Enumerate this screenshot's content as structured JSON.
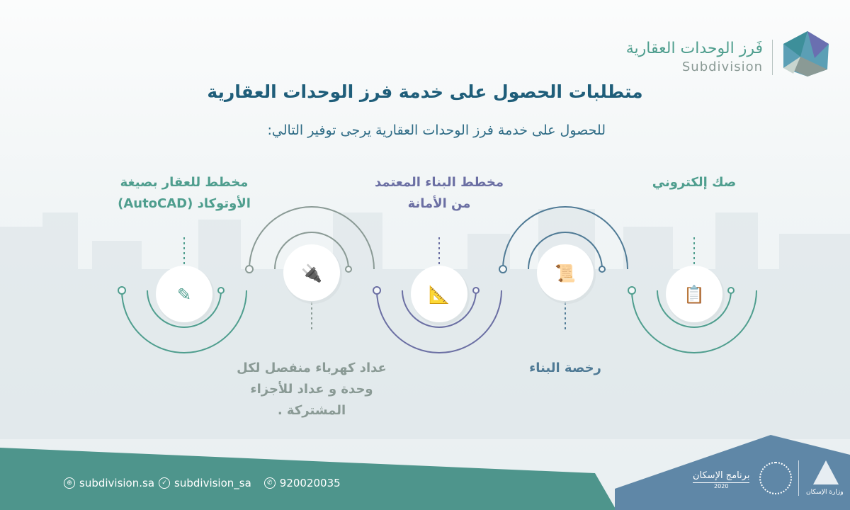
{
  "logo": {
    "arabic": "فَرز الوحدات العقارية",
    "english": "Subdivision"
  },
  "title": "متطلبات الحصول على خدمة فرز الوحدات العقارية",
  "subtitle": "للحصول على خدمة فرز الوحدات العقارية يرجى توفير التالي:",
  "steps": [
    {
      "label_lines": [
        "صك إلكتروني"
      ],
      "icon": "document-checklist-icon",
      "color": "#4f9e8e"
    },
    {
      "label_lines": [
        "رخصة البناء"
      ],
      "icon": "certificate-scroll-icon",
      "color": "#4f7a95"
    },
    {
      "label_lines": [
        "مخطط البناء المعتمد",
        "من الأمانة"
      ],
      "icon": "approved-plan-tools-icon",
      "color": "#6b6fa3"
    },
    {
      "label_lines": [
        "عداد كهرباء منفصل لكل",
        "وحدة و عداد للأجزاء",
        "المشتركة ."
      ],
      "icon": "electric-meter-icon",
      "color": "#8a9a95"
    },
    {
      "label_lines": [
        "مخطط للعقار بصيغة",
        "الأوتوكاد (AutoCAD)"
      ],
      "icon": "drawing-pencil-icon",
      "color": "#4f9e8e"
    }
  ],
  "footer": {
    "website": "subdivision.sa",
    "twitter": "subdivision_sa",
    "phone": "920020035",
    "program": "برنامج الإسكان",
    "program_year": "2020",
    "ministry": "وزارة الإسكان",
    "teal": "#4e958c",
    "blue": "#5f87a7"
  }
}
